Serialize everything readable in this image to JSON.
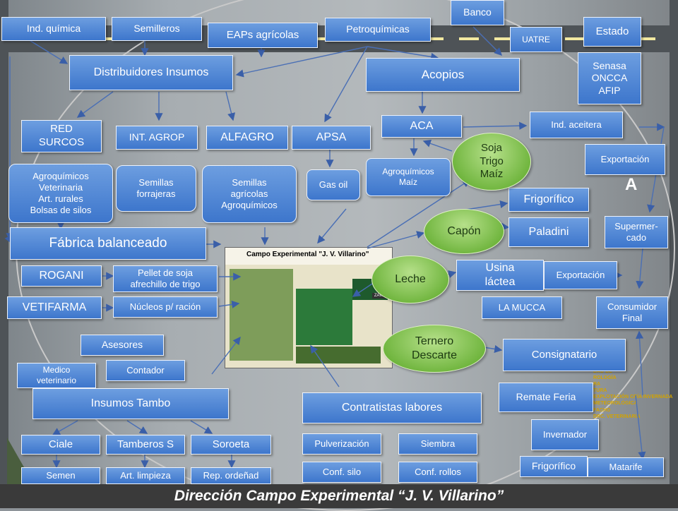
{
  "title": "Dirección Campo Experimental “J. V. Villarino”",
  "map_title": "Campo Experimental \"J. V. Villarino\"",
  "map_tag": "ZAVAL",
  "side_legend": [
    "DAD DE",
    "ROLOGÍA",
    "RA",
    "TURA",
    "EXPLOTACIÓN CRÍA INVERNADA",
    "METEOROLÓGICA",
    "FACHO",
    "DRC. VETERINARIA"
  ],
  "side_letter": "A",
  "nodes": {
    "ind_quimica": "Ind. química",
    "semilleros": "Semilleros",
    "eaps": "EAPs  agrícolas",
    "petroquimicas": "Petroquímicas",
    "banco": "Banco",
    "uatre": "UATRE",
    "estado": "Estado",
    "senasa": "Senasa\nONCCA\nAFIP",
    "distribuidores": "Distribuidores Insumos",
    "acopios": "Acopios",
    "red_surcos": "RED\nSURCOS",
    "int_agrop": "INT. AGROP",
    "alfagro": "ALFAGRO",
    "apsa": "APSA",
    "aca": "ACA",
    "ind_aceitera": "Ind. aceitera",
    "exportacion1": "Exportación",
    "agroquimicos_vet": "Agroquímicos\nVeterinaria\nArt. rurales\nBolsas de silos",
    "semillas_forrajeras": "Semillas\nforrajeras",
    "semillas_agricolas": "Semillas\nagrícolas\nAgroquímicos",
    "gas_oil": "Gas oil",
    "agroquimicos_maiz": "Agroquímicos\nMaíz",
    "frigorifico1": "Frigorífico",
    "paladini": "Paladini",
    "supermercado": "Supermer-\ncado",
    "fabrica": "Fábrica balanceado",
    "rogani": "ROGANI",
    "pellet": "Pellet de soja\nafrechillo de trigo",
    "usina": "Usina\nláctea",
    "exportacion2": "Exportación",
    "vetifarma": "VETIFARMA",
    "nucleos": "Núcleos p/ ración",
    "la_mucca": "LA MUCCA",
    "consumidor": "Consumidor\nFinal",
    "asesores": "Asesores",
    "consignatario": "Consignatario",
    "medico": "Medico\nveterinario",
    "contador": "Contador",
    "remate": "Remate Feria",
    "insumos_tambo": "Insumos  Tambo",
    "contratistas": "Contratistas labores",
    "invernador": "Invernador",
    "ciale": "Ciale",
    "tamberos": "Tamberos S",
    "soroeta": "Soroeta",
    "pulverizacion": "Pulverización",
    "siembra": "Siembra",
    "frigorifico2": "Frigorífico",
    "matarife": "Matarife",
    "semen": "Semen",
    "art_limpieza": "Art. limpieza",
    "rep_ordenad": "Rep. ordeñad",
    "conf_silo": "Conf. silo",
    "conf_rollos": "Conf. rollos"
  },
  "ovals": {
    "soja": "Soja\nTrigo\nMaíz",
    "capon": "Capón",
    "leche": "Leche",
    "ternero": "Ternero\nDescarte"
  }
}
